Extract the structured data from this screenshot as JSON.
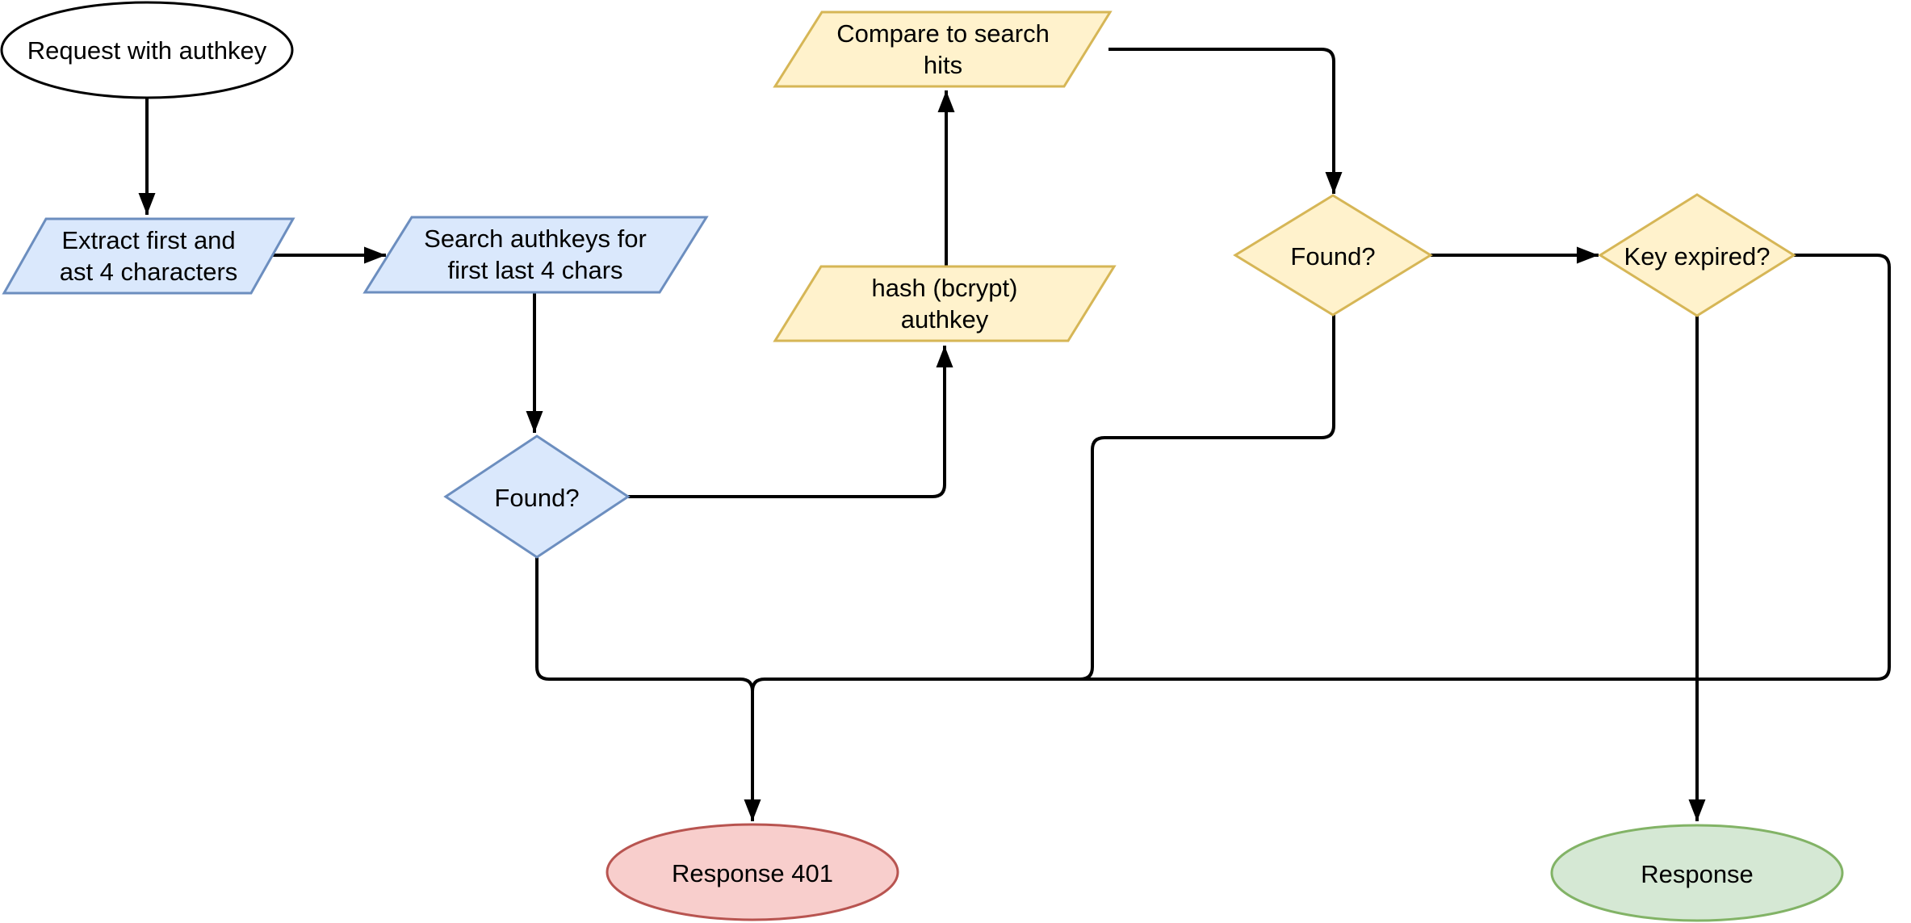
{
  "colors": {
    "background": "#ffffff",
    "edge": "#000000",
    "text": "#000000",
    "start_fill": "#ffffff",
    "start_stroke": "#000000",
    "blue_fill": "#dae8fc",
    "blue_stroke": "#6c8ebf",
    "yellow_fill": "#fff2cc",
    "yellow_stroke": "#d6b656",
    "red_fill": "#f8cecc",
    "red_stroke": "#b85450",
    "green_fill": "#d5e8d4",
    "green_stroke": "#82b366"
  },
  "nodes": {
    "start": {
      "shape": "ellipse",
      "label": "Request with authkey"
    },
    "extract": {
      "shape": "parallelogram",
      "line1": "Extract first and",
      "line2": "ast 4 characters"
    },
    "search": {
      "shape": "parallelogram",
      "line1": "Search authkeys for",
      "line2": "first last 4 chars"
    },
    "found_db": {
      "shape": "diamond",
      "label": "Found?"
    },
    "hash": {
      "shape": "parallelogram",
      "line1": "hash (bcrypt)",
      "line2": "authkey"
    },
    "compare": {
      "shape": "parallelogram",
      "line1": "Compare to search",
      "line2": "hits"
    },
    "found_compare": {
      "shape": "diamond",
      "label": "Found?"
    },
    "key_expired": {
      "shape": "diamond",
      "label": "Key expired?"
    },
    "response_401": {
      "shape": "ellipse",
      "label": "Response 401"
    },
    "response_ok": {
      "shape": "ellipse",
      "label": "Response"
    }
  }
}
